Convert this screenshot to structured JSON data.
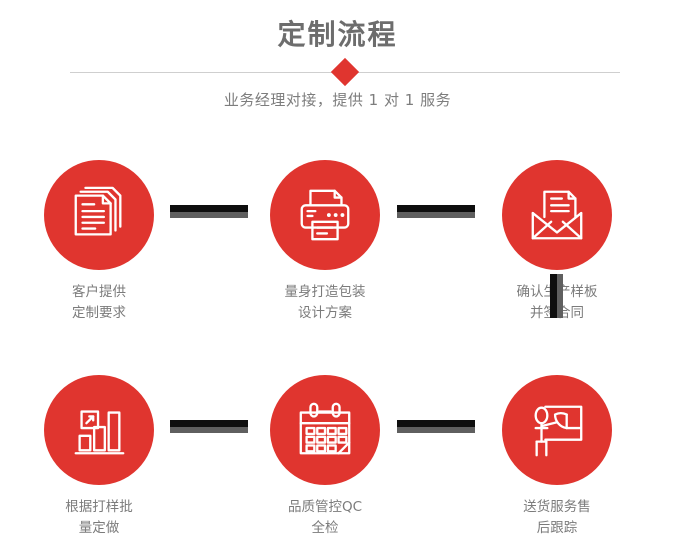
{
  "header": {
    "title": "定制流程",
    "subtitle": "业务经理对接，提供 1 对 1 服务",
    "divider_icon": "diamond-icon",
    "title_color": "#6d6d6d",
    "subtitle_color": "#7d7d7d",
    "accent_color": "#e0352f",
    "divider_color": "#cfcfcf"
  },
  "flow": {
    "circle_color": "#e0352f",
    "label_color": "#7b7b7b",
    "connector_dark_color": "#0e0e0e",
    "connector_light_color": "#5f5f5f",
    "rows": [
      {
        "steps": [
          {
            "icon": "documents-stack-icon",
            "label": "客户提供\n定制要求"
          },
          {
            "icon": "printer-icon",
            "label": "量身打造包装\n设计方案"
          },
          {
            "icon": "open-envelope-letter-icon",
            "label": "确认生产样板\n并签合同"
          }
        ]
      },
      {
        "steps": [
          {
            "icon": "bar-chart-growth-icon",
            "label": "根据打样批\n量定做"
          },
          {
            "icon": "calendar-check-icon",
            "label": "品质管控QC\n全检"
          },
          {
            "icon": "presentation-person-pie-icon",
            "label": "送货服务售\n后跟踪"
          }
        ]
      }
    ]
  }
}
